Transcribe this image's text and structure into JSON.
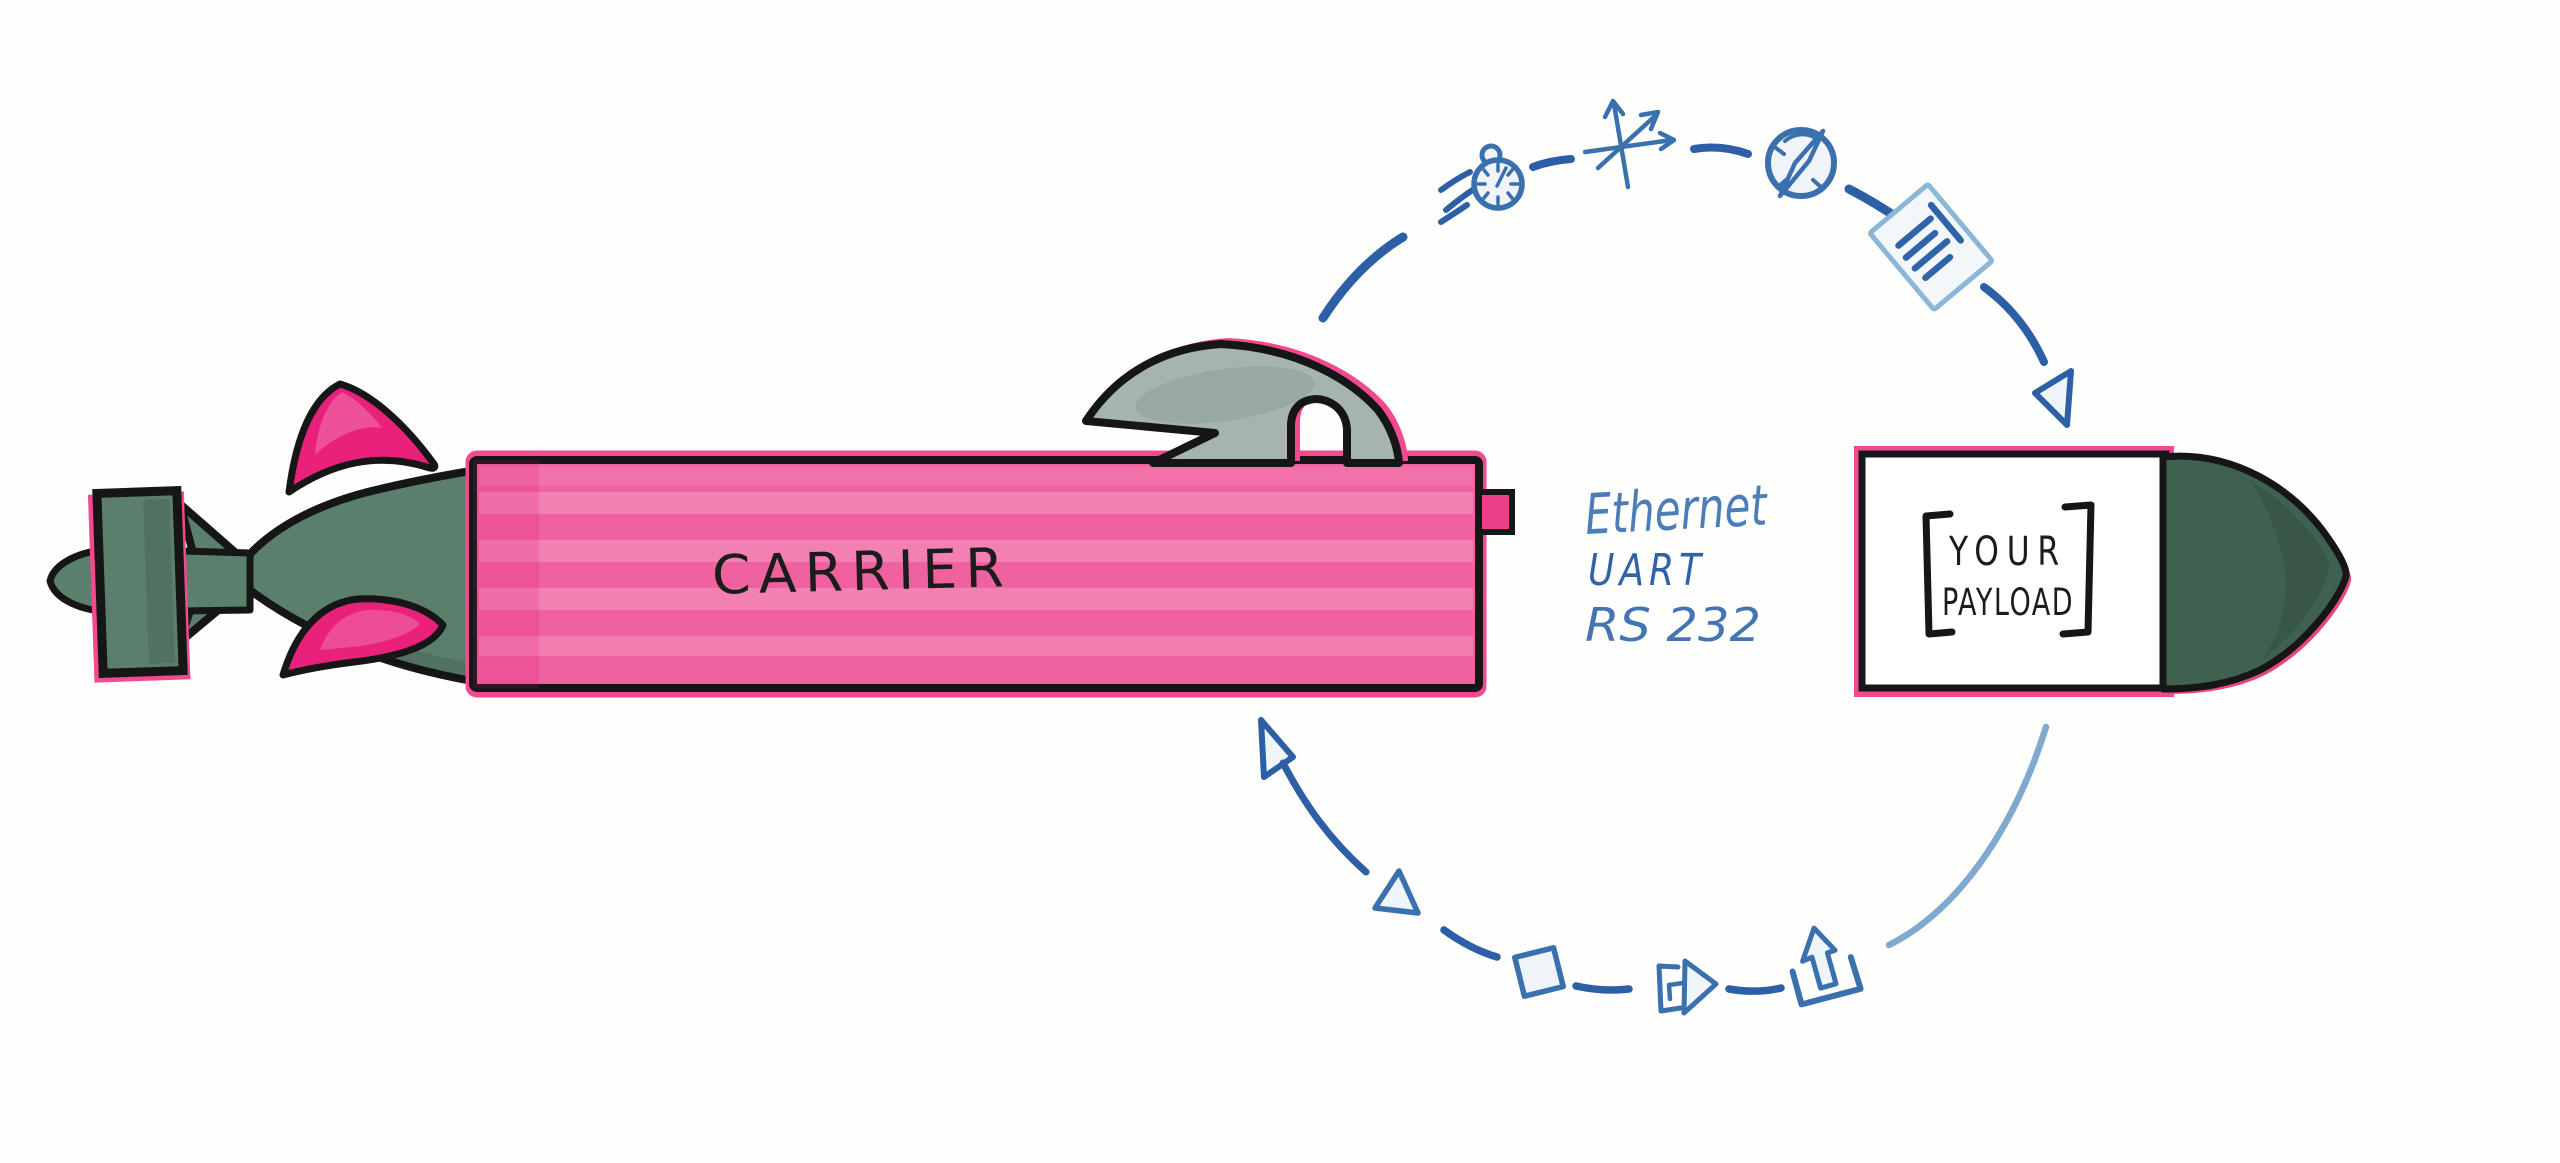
{
  "title": "Hand-drawn carrier AUV and payload module diagram",
  "carrier": {
    "label": "CARRIER"
  },
  "payload": {
    "bracket_open": "[",
    "bracket_close": "]",
    "line1": "YOUR",
    "line2": "PAYLOAD"
  },
  "interfaces": {
    "line1": "Ethernet",
    "line2": "UART",
    "line3": "RS 232"
  },
  "top_arc_icons": {
    "icon1": "stopwatch-icon",
    "icon2": "axes-icon",
    "icon3": "compass-icon",
    "icon4": "document-icon"
  },
  "bottom_arc_icons": {
    "icon1": "triangle-icon",
    "icon2": "square-icon",
    "icon3": "export-arrow-icon",
    "icon4": "upload-icon"
  },
  "colors": {
    "hull_pink": "#f0619f",
    "stripe_pink": "#f78ab8",
    "fin_magenta": "#e9217b",
    "tail_green": "#5b7f6d",
    "nose_green": "#3f6150",
    "mast_gray": "#a5b5ae",
    "tab_pink": "#ee3f8b",
    "outline_ink": "#161616",
    "halo_pink": "#f2498f",
    "arc_blue": "#2c5fa6",
    "icon_blue": "#3a70ad",
    "icon_fill": "#eff4f9",
    "light_blue": "#7fa9cf",
    "doc_outline_blue": "#8ab6d8",
    "text_ink": "#1c1c1c",
    "interface_blue": "#4c7db8"
  }
}
